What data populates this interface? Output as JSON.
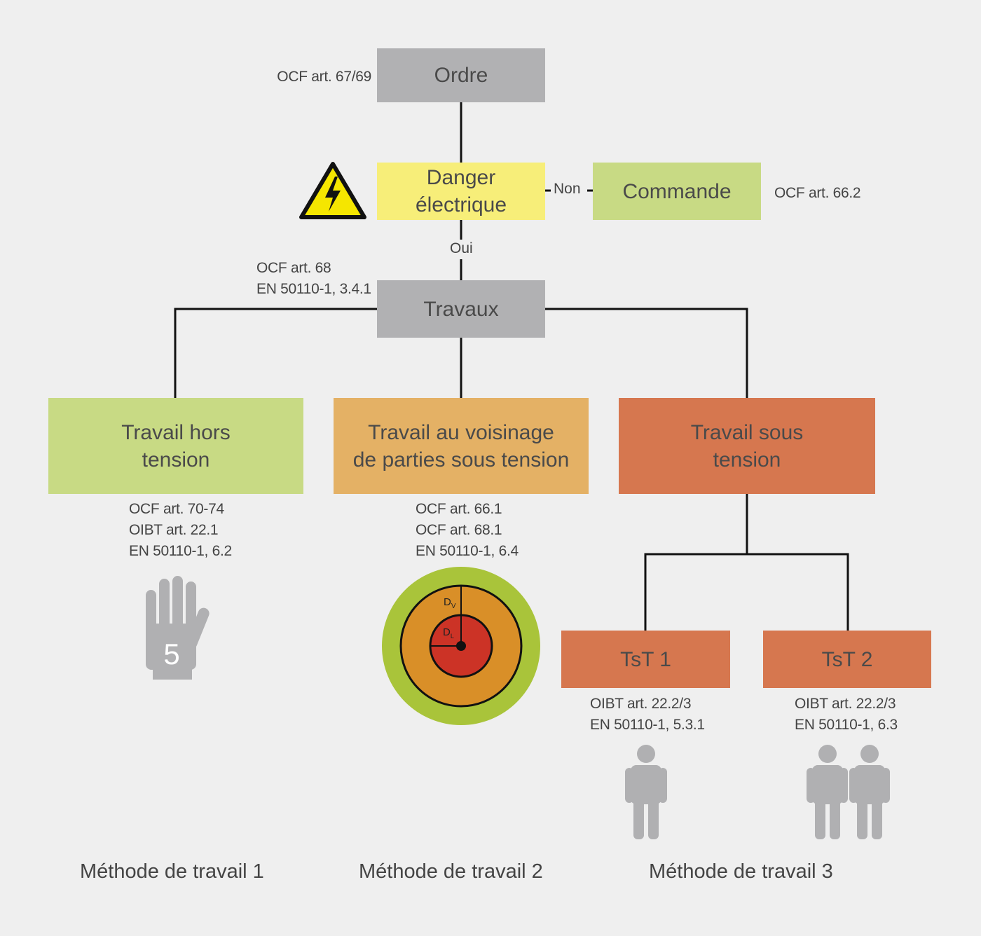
{
  "nodes": {
    "ordre": "Ordre",
    "danger_line1": "Danger",
    "danger_line2": "électrique",
    "commande": "Commande",
    "travaux": "Travaux",
    "hors_tension_line1": "Travail hors",
    "hors_tension_line2": "tension",
    "voisinage_line1": "Travail au voisinage",
    "voisinage_line2": "de parties sous tension",
    "sous_tension_line1": "Travail sous",
    "sous_tension_line2": "tension",
    "tst1": "TsT 1",
    "tst2": "TsT 2"
  },
  "edge_labels": {
    "non": "Non",
    "oui": "Oui"
  },
  "refs": {
    "ordre": [
      "OCF art. 67/69"
    ],
    "commande": [
      "OCF art. 66.2"
    ],
    "travaux": [
      "OCF art. 68",
      "EN 50110-1, 3.4.1"
    ],
    "hors_tension": [
      "OCF art. 70-74",
      "OIBT art. 22.1",
      "EN 50110-1, 6.2"
    ],
    "voisinage": [
      "OCF art. 66.1",
      "OCF art. 68.1",
      "EN 50110-1, 6.4"
    ],
    "tst1": [
      "OIBT art. 22.2/3",
      "EN 50110-1, 5.3.1"
    ],
    "tst2": [
      "OIBT art. 22.2/3",
      "EN 50110-1, 6.3"
    ]
  },
  "icons": {
    "hand_number": "5",
    "target_dv": "D",
    "target_dv_sub": "V",
    "target_dl": "D",
    "target_dl_sub": "L"
  },
  "methods": [
    "Méthode de travail 1",
    "Méthode de travail 2",
    "Méthode de travail 3"
  ],
  "colors": {
    "grey_box": "#b1b1b3",
    "yellow_box": "#f7ee79",
    "green_box": "#c8da84",
    "orange_box": "#e4b165",
    "red_box": "#d6774f",
    "icon_grey": "#b0b0b2",
    "warning_yellow": "#f5e600"
  }
}
